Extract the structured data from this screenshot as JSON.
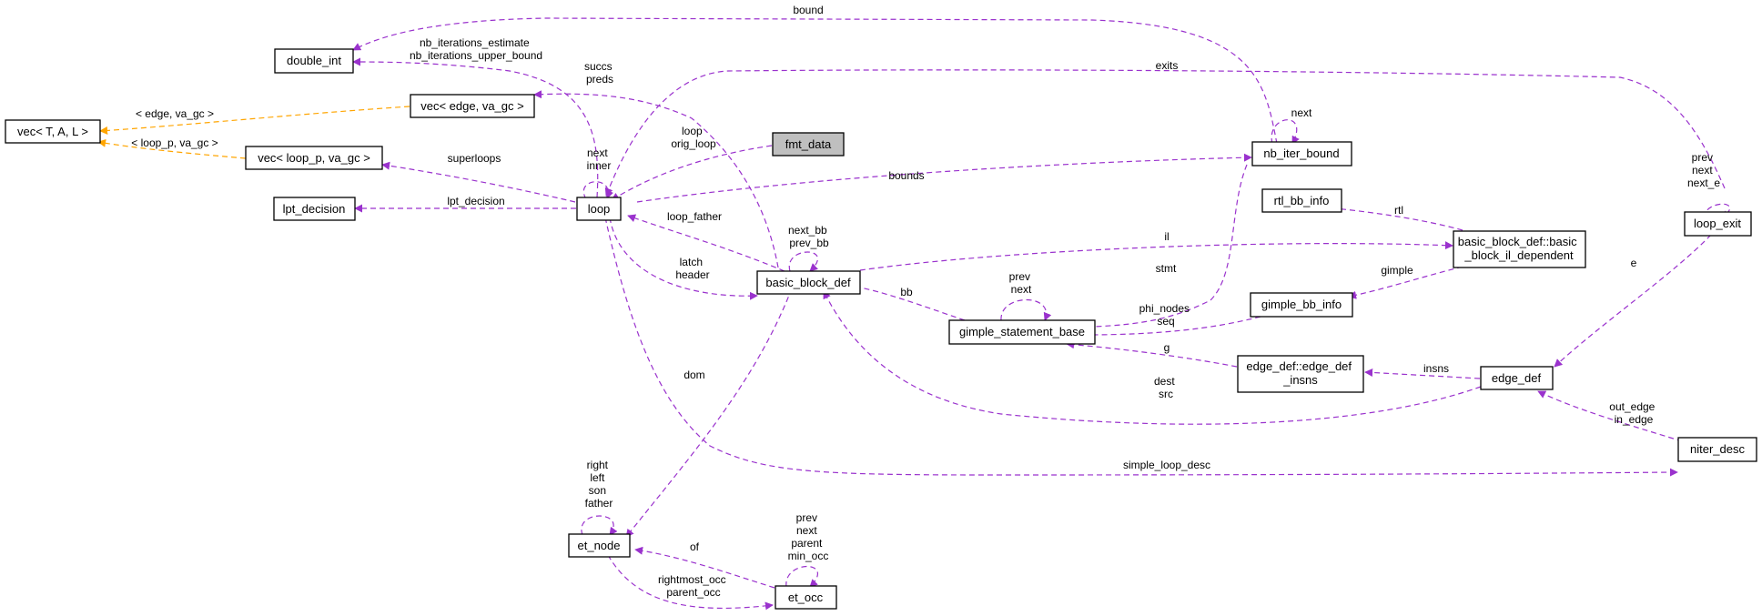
{
  "colors": {
    "association": "#9a32cd",
    "inheritance": "#ffa500",
    "highlight_fill": "#bfbfbf"
  },
  "nodes": {
    "vec_tal": "vec< T, A, L >",
    "double_int": "double_int",
    "vec_edge": "vec< edge, va_gc >",
    "vec_loop_p": "vec< loop_p, va_gc >",
    "lpt_decision": "lpt_decision",
    "loop": "loop",
    "fmt_data": "fmt_data",
    "nb_iter_bound": "nb_iter_bound",
    "rtl_bb_info": "rtl_bb_info",
    "bb_il_dep": [
      "basic_block_def::basic",
      "_block_il_dependent"
    ],
    "basic_block_def": "basic_block_def",
    "gimple_statement_base": "gimple_statement_base",
    "gimple_bb_info": "gimple_bb_info",
    "edge_def_insns": [
      "edge_def::edge_def",
      "_insns"
    ],
    "edge_def": "edge_def",
    "loop_exit": "loop_exit",
    "niter_desc": "niter_desc",
    "et_node": "et_node",
    "et_occ": "et_occ"
  },
  "edge_labels": {
    "bound": [
      "bound"
    ],
    "nb_iterations": [
      "nb_iterations_estimate",
      "nb_iterations_upper_bound"
    ],
    "succs_preds": [
      "succs",
      "preds"
    ],
    "exits": [
      "exits"
    ],
    "vec_edge_tmpl": [
      "< edge, va_gc >"
    ],
    "vec_loop_tmpl": [
      "< loop_p, va_gc >"
    ],
    "nb_next": [
      "next"
    ],
    "loop_orig": [
      "loop",
      "orig_loop"
    ],
    "superloops": [
      "superloops"
    ],
    "next_inner": [
      "next",
      "inner"
    ],
    "bounds": [
      "bounds"
    ],
    "loop_exit_self": [
      "prev",
      "next",
      "next_e"
    ],
    "lpt_decision": [
      "lpt_decision"
    ],
    "loop_father": [
      "loop_father"
    ],
    "next_prev_bb": [
      "next_bb",
      "prev_bb"
    ],
    "rtl": [
      "rtl"
    ],
    "il": [
      "il"
    ],
    "latch_header": [
      "latch",
      "header"
    ],
    "stmt": [
      "stmt"
    ],
    "gimple_prev_next": [
      "prev",
      "next"
    ],
    "gimple": [
      "gimple"
    ],
    "e": [
      "e"
    ],
    "bb": [
      "bb"
    ],
    "phi_seq": [
      "phi_nodes",
      "seq"
    ],
    "g": [
      "g"
    ],
    "insns": [
      "insns"
    ],
    "dom": [
      "dom"
    ],
    "dest_src": [
      "dest",
      "src"
    ],
    "out_in_edge": [
      "out_edge",
      "in_edge"
    ],
    "simple_loop_desc": [
      "simple_loop_desc"
    ],
    "et_node_self": [
      "right",
      "left",
      "son",
      "father"
    ],
    "et_occ_self": [
      "prev",
      "next",
      "parent",
      "min_occ"
    ],
    "of": [
      "of"
    ],
    "rightmost_parent": [
      "rightmost_occ",
      "parent_occ"
    ]
  }
}
